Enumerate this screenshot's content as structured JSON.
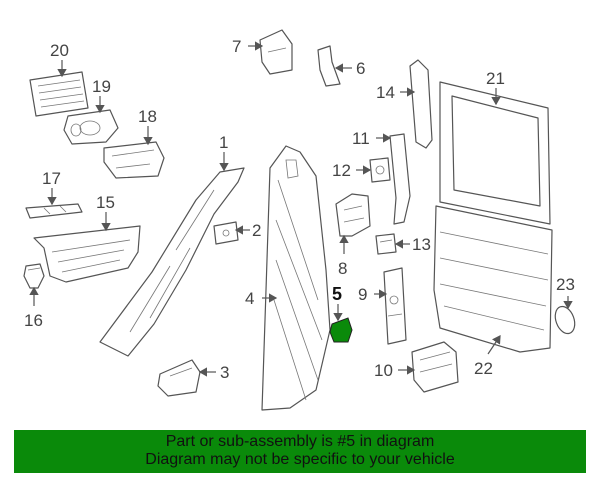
{
  "diagram": {
    "highlight_color": "#0a8a0a",
    "callouts": [
      {
        "id": "1",
        "label": "1"
      },
      {
        "id": "2",
        "label": "2"
      },
      {
        "id": "3",
        "label": "3"
      },
      {
        "id": "4",
        "label": "4"
      },
      {
        "id": "5",
        "label": "5",
        "highlighted": true
      },
      {
        "id": "6",
        "label": "6"
      },
      {
        "id": "7",
        "label": "7"
      },
      {
        "id": "8",
        "label": "8"
      },
      {
        "id": "9",
        "label": "9"
      },
      {
        "id": "10",
        "label": "10"
      },
      {
        "id": "11",
        "label": "11"
      },
      {
        "id": "12",
        "label": "12"
      },
      {
        "id": "13",
        "label": "13"
      },
      {
        "id": "14",
        "label": "14"
      },
      {
        "id": "15",
        "label": "15"
      },
      {
        "id": "16",
        "label": "16"
      },
      {
        "id": "17",
        "label": "17"
      },
      {
        "id": "18",
        "label": "18"
      },
      {
        "id": "19",
        "label": "19"
      },
      {
        "id": "20",
        "label": "20"
      },
      {
        "id": "21",
        "label": "21"
      },
      {
        "id": "22",
        "label": "22"
      },
      {
        "id": "23",
        "label": "23"
      }
    ]
  },
  "banner": {
    "line1": "Part or sub-assembly is #5 in diagram",
    "line2": "Diagram may not be specific to your vehicle",
    "background": "#0a8a0a"
  }
}
